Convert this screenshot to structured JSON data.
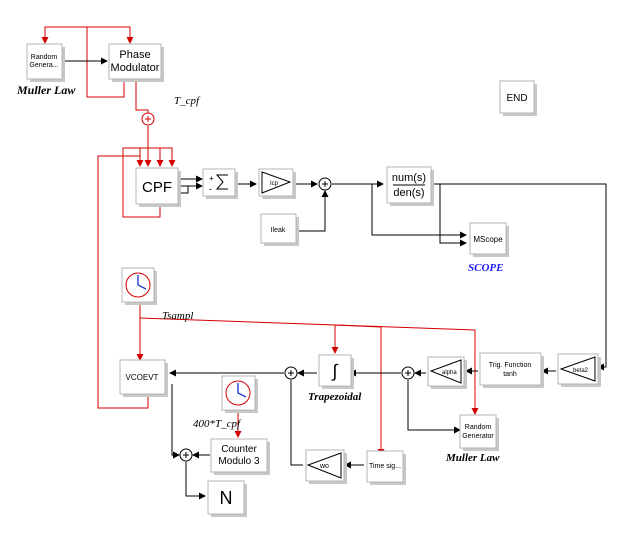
{
  "blocks": {
    "random_gen_1": "Random Genera...",
    "phase_modulator": [
      "Phase",
      "Modulator"
    ],
    "end": "END",
    "cpf": "CPF",
    "sum_plus": "+",
    "sum_minus": "-",
    "icp": "Icp",
    "ileak": "Ileak",
    "tf_num": "num(s)",
    "tf_den": "den(s)",
    "mscope": "MScope",
    "vcoevt": "VCOEVT",
    "trig_function": [
      "Trig. Function",
      "tanh"
    ],
    "beta2": "beta2",
    "alpha": "alpha",
    "random_gen_2": [
      "Random",
      "Generator"
    ],
    "wo": "wo",
    "time_signal": "Time sig...",
    "counter": [
      "Counter",
      "Modulo 3"
    ],
    "n_display": "N"
  },
  "captions": {
    "muller_law_1": "Muller Law",
    "muller_law_2": "Muller Law",
    "scope": "SCOPE",
    "trapezoidal": "Trapezoidal"
  },
  "notes": {
    "t_cpf": "T_cpf",
    "tsampl": "Tsampl",
    "t400": "400*T_cpf"
  },
  "colors": {
    "event_link": "#d40000",
    "data_link": "#000000",
    "scope_caption": "#1a1aff"
  }
}
